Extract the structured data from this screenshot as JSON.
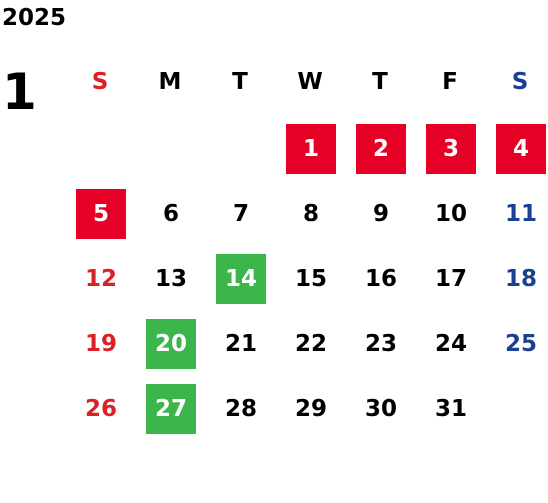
{
  "calendar": {
    "year": "2025",
    "month": "1",
    "weekdays": [
      "S",
      "M",
      "T",
      "W",
      "T",
      "F",
      "S"
    ],
    "first_weekday_index": 3,
    "days_in_month": 31,
    "colors": {
      "default_text": "#000000",
      "sunday_text": "#dd1f26",
      "saturday_text": "#1a3f93",
      "weekday_header_sunday": "#dd1f26",
      "weekday_header_saturday": "#1a3f93",
      "holiday_fill": "#e60026",
      "special_fill": "#3cb54a",
      "highlight_text": "#ffffff"
    },
    "holidays": [
      1,
      2,
      3,
      4,
      5
    ],
    "special_days": [
      14,
      20,
      27
    ]
  }
}
